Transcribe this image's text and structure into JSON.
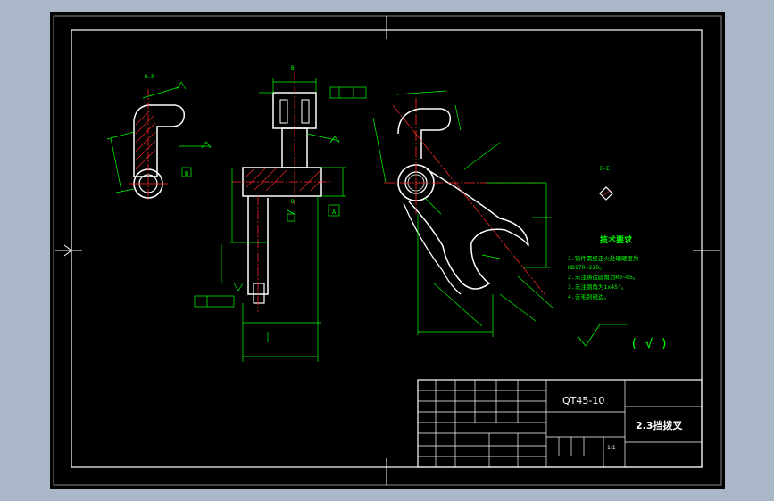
{
  "colors": {
    "background": "#aab7c9",
    "sheet": "#000000",
    "outline": "#ffffff",
    "dimension": "#00ff00",
    "centerline": "#ff0000",
    "hatch": "#ff0000"
  },
  "title_block": {
    "material": "QT45-10",
    "part_name": "2.3挡拨叉",
    "scale": "1:1"
  },
  "views": {
    "section_bb_label": "B-B",
    "section_ee_label": "E-E",
    "section_b_mark": "B",
    "datum_a": "A",
    "datum_b": "B"
  },
  "tech_requirements": {
    "heading": "技术要求",
    "items": [
      "1.铸件需经正火处理硬度为",
      "HB170~220。",
      "2.未注铸造圆角为R3~R5。",
      "3.未注倒角为1x45°。",
      "4.去毛刺锐边。"
    ]
  },
  "roughness_note": "( √ )"
}
